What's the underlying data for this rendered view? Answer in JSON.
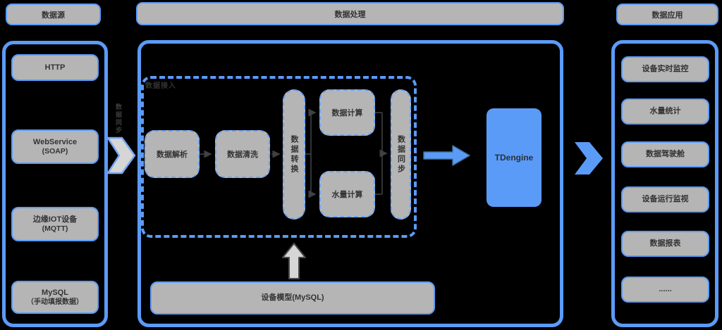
{
  "headers": {
    "source": "数据源",
    "processing": "数据处理",
    "application": "数据应用"
  },
  "sources": {
    "items": [
      {
        "line1": "HTTP"
      },
      {
        "line1": "WebService",
        "line2": "(SOAP)"
      },
      {
        "line1": "边缘IOT设备",
        "line2": "(MQTT)"
      },
      {
        "line1": "MySQL",
        "line2": "（手动填报数据）"
      }
    ]
  },
  "flow": {
    "sync_in_label": "数据同步"
  },
  "processing": {
    "ingest_label": "数据接入",
    "steps": {
      "parse": "数据解析",
      "clean": "数据清洗",
      "transform": "数据转换",
      "calc_data": "数据计算",
      "calc_water": "水量计算",
      "sync": "数据同步"
    },
    "storage": "TDengine",
    "model": "设备模型(MySQL)"
  },
  "applications": {
    "items": [
      "设备实时监控",
      "水量统计",
      "数据驾驶舱",
      "设备运行监视",
      "数据报表",
      "......"
    ]
  },
  "colors": {
    "background": "#000000",
    "accent_blue": "#5B9BF8",
    "box_gray": "#b5b5b5",
    "text_dark": "#333333",
    "connector_dark": "#404040",
    "arrow_gray": "#d9d9d9"
  }
}
